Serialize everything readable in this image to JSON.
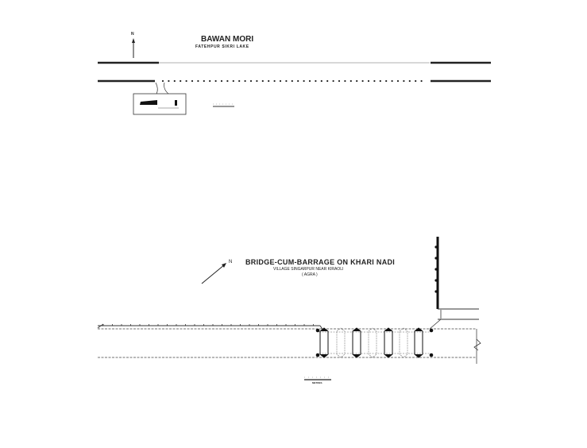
{
  "plan1": {
    "north": "N",
    "title": "BAWAN MORI",
    "subtitle": "FATEHPUR SIKRI LAKE"
  },
  "plan2": {
    "north": "N",
    "title": "BRIDGE-CUM-BARRAGE ON KHARI NADI",
    "subtitle": "VILLAGE SINGARPUR NEAR KIRAOLI",
    "location": "( AGRA )",
    "scale_unit": "METRES"
  },
  "colors": {
    "ink": "#1a1a1a",
    "paper": "#ffffff"
  }
}
